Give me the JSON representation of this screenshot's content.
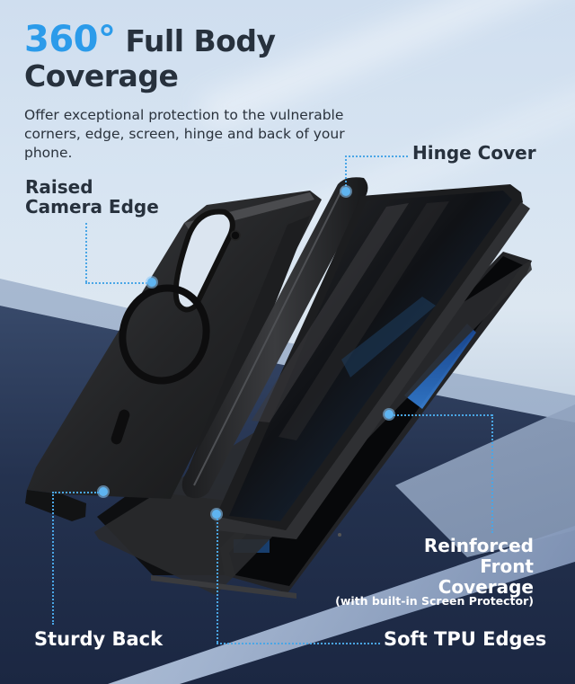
{
  "headline": {
    "accent": "360°",
    "line1": " Full Body",
    "line2": "Coverage"
  },
  "subtitle": "Offer exceptional protection to the vulnerable corners, edge, screen, hinge and back of your phone.",
  "callouts": {
    "hinge_cover": "Hinge Cover",
    "raised_camera_edge": [
      "Raised",
      "Camera Edge"
    ],
    "reinforced_front": [
      "Reinforced",
      "Front",
      "Coverage"
    ],
    "reinforced_note": "(with built-in Screen Protector)",
    "sturdy_back": "Sturdy Back",
    "soft_tpu_edges": "Soft TPU Edges"
  },
  "colors": {
    "accent": "#2b9bea",
    "heading": "#27313d",
    "callout_line": "#4aa6e6",
    "callout_dot": "#5fb4f0",
    "background_top": "#cfdeef",
    "background_bottom": "#1f2c48",
    "case_black": "#1a1b1d"
  },
  "product": {
    "parts": [
      "back-case",
      "hinge-cover",
      "front-frame-with-screen-protector",
      "folded-phone"
    ],
    "icons": [
      "magsafe-ring",
      "camera-cutout"
    ]
  }
}
